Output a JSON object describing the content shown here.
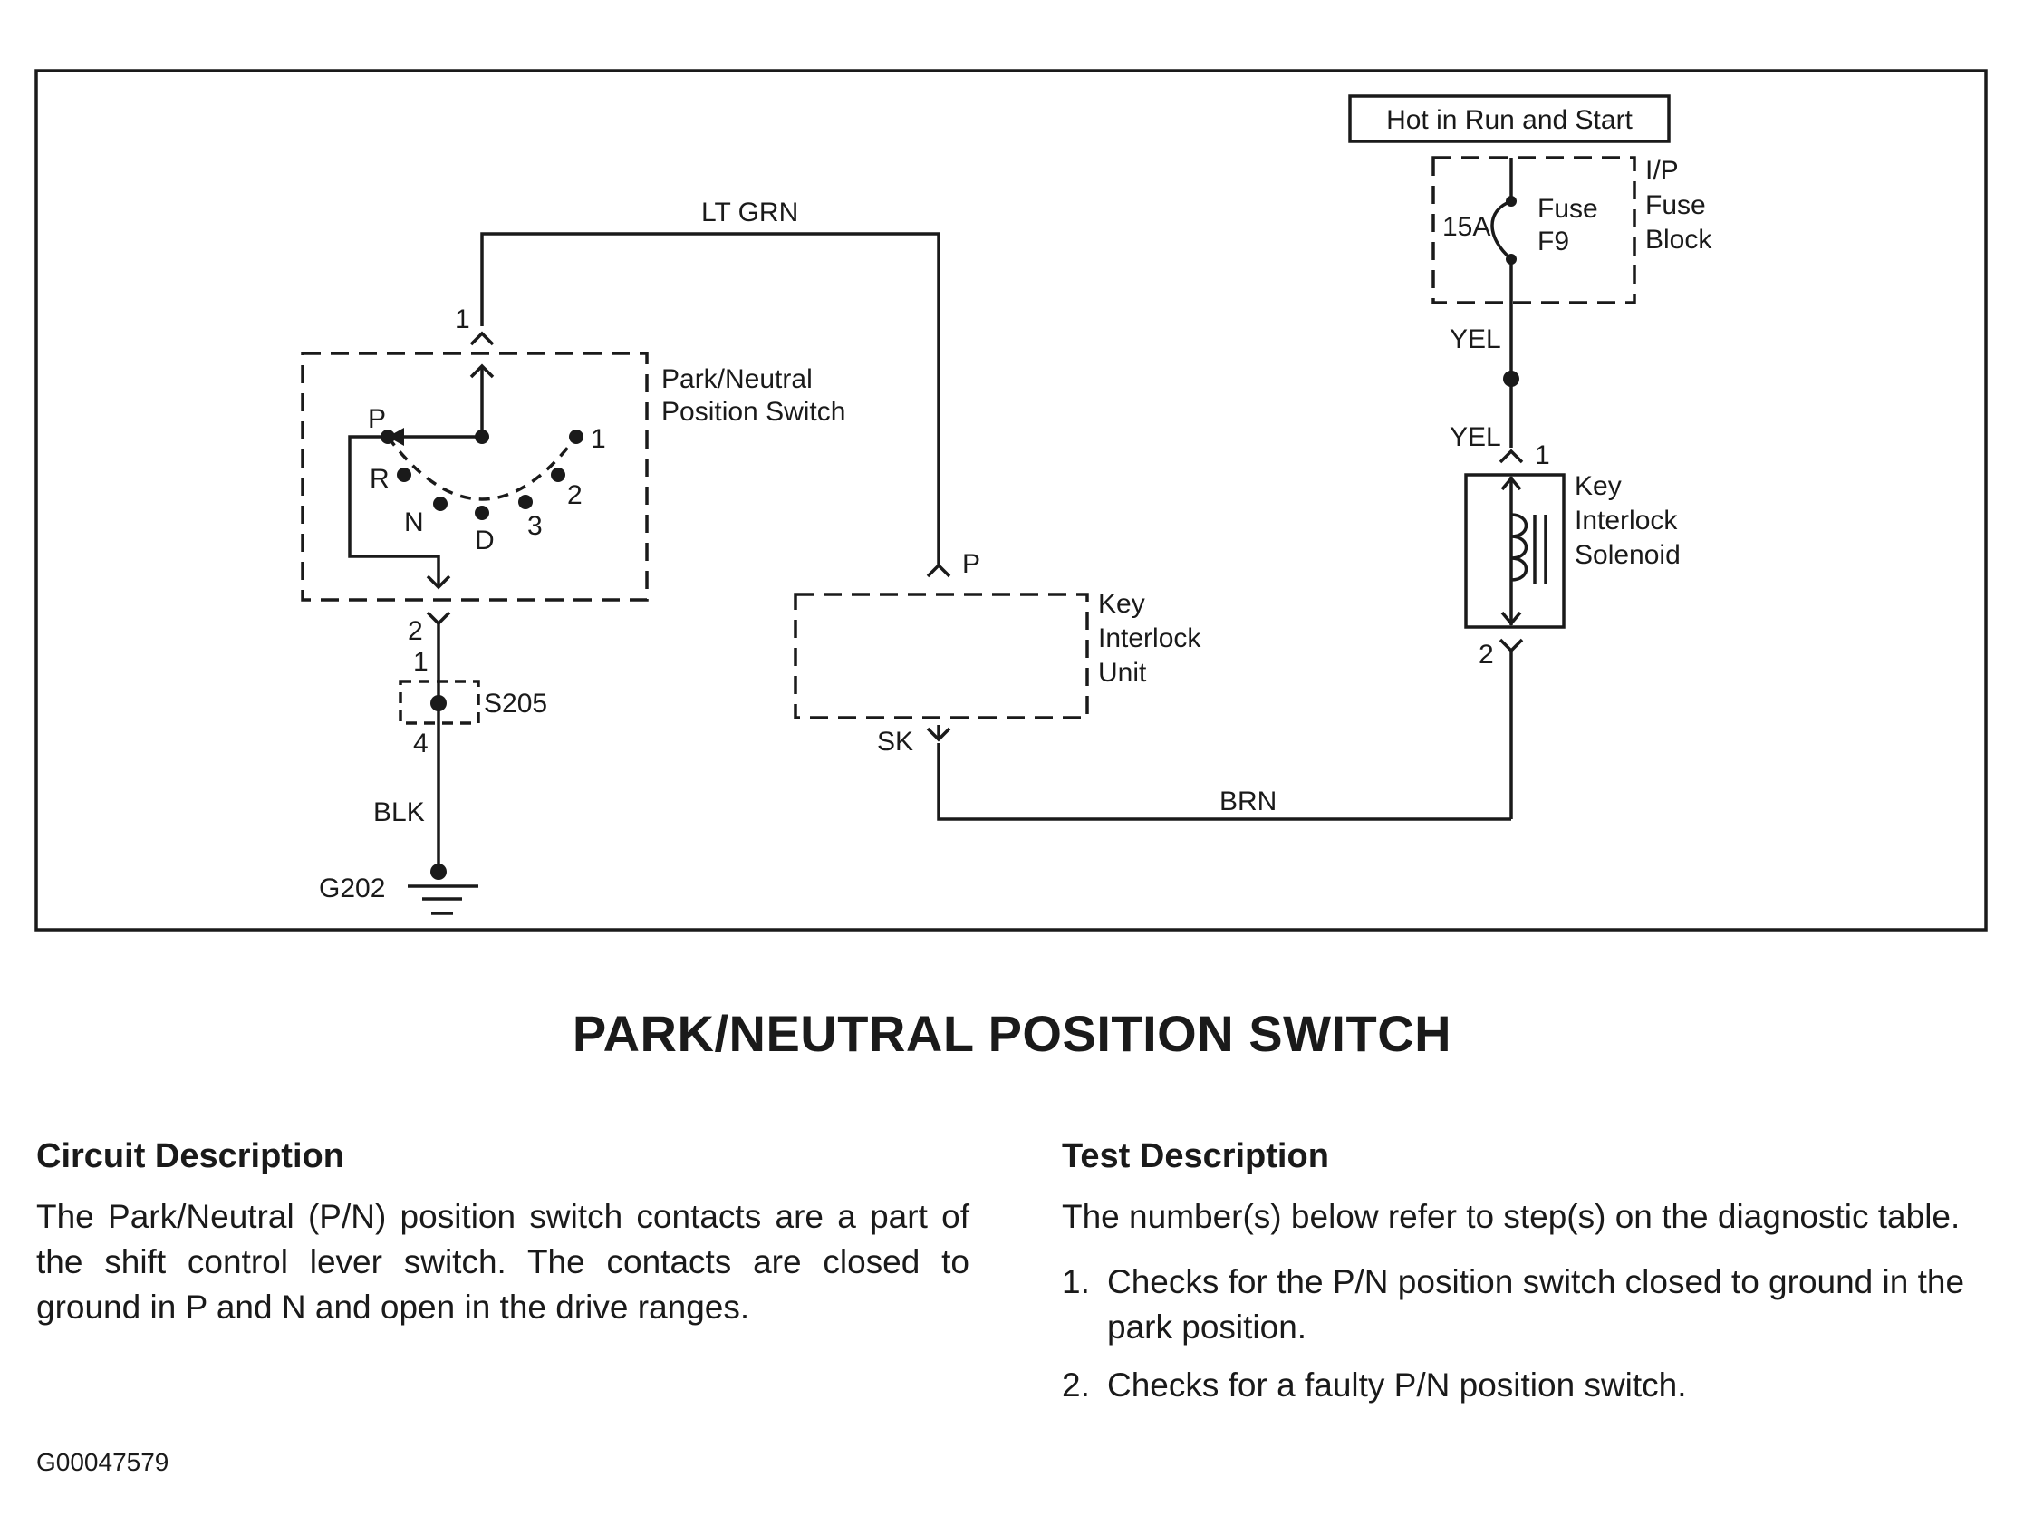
{
  "diagram": {
    "labels": {
      "hot_in_run": "Hot in Run and Start",
      "fuse_rating": "15A",
      "fuse_name_1": "Fuse",
      "fuse_name_2": "F9",
      "fuse_block_1": "I/P",
      "fuse_block_2": "Fuse",
      "fuse_block_3": "Block",
      "wire_ltgrn": "LT GRN",
      "wire_yel_1": "YEL",
      "wire_yel_2": "YEL",
      "wire_brn": "BRN",
      "wire_blk": "BLK",
      "pn_switch_1": "Park/Neutral",
      "pn_switch_2": "Position Switch",
      "pos_p": "P",
      "pos_r": "R",
      "pos_n": "N",
      "pos_d": "D",
      "pos_3": "3",
      "pos_2": "2",
      "pos_1": "1",
      "sw_pin_1": "1",
      "sw_pin_2": "2",
      "splice_pin_1": "1",
      "splice_pin_4": "4",
      "splice": "S205",
      "ground": "G202",
      "kiu_pin_p": "P",
      "kiu_pin_sk": "SK",
      "kiu_1": "Key",
      "kiu_2": "Interlock",
      "kiu_3": "Unit",
      "sol_pin_1": "1",
      "sol_pin_2": "2",
      "sol_1": "Key",
      "sol_2": "Interlock",
      "sol_3": "Solenoid"
    }
  },
  "title": "PARK/NEUTRAL POSITION SWITCH",
  "circuit_description": {
    "heading": "Circuit Description",
    "body": "The Park/Neutral (P/N) position switch contacts are a part of the shift control lever switch. The contacts are closed to ground in P and N and open in the drive ranges."
  },
  "test_description": {
    "heading": "Test Description",
    "intro": "The number(s) below refer to step(s) on the diagnostic table.",
    "steps": [
      {
        "num": "1.",
        "text": "Checks for the P/N position switch closed to ground in the park position."
      },
      {
        "num": "2.",
        "text": "Checks for a faulty P/N position switch."
      }
    ]
  },
  "figure_id": "G00047579"
}
